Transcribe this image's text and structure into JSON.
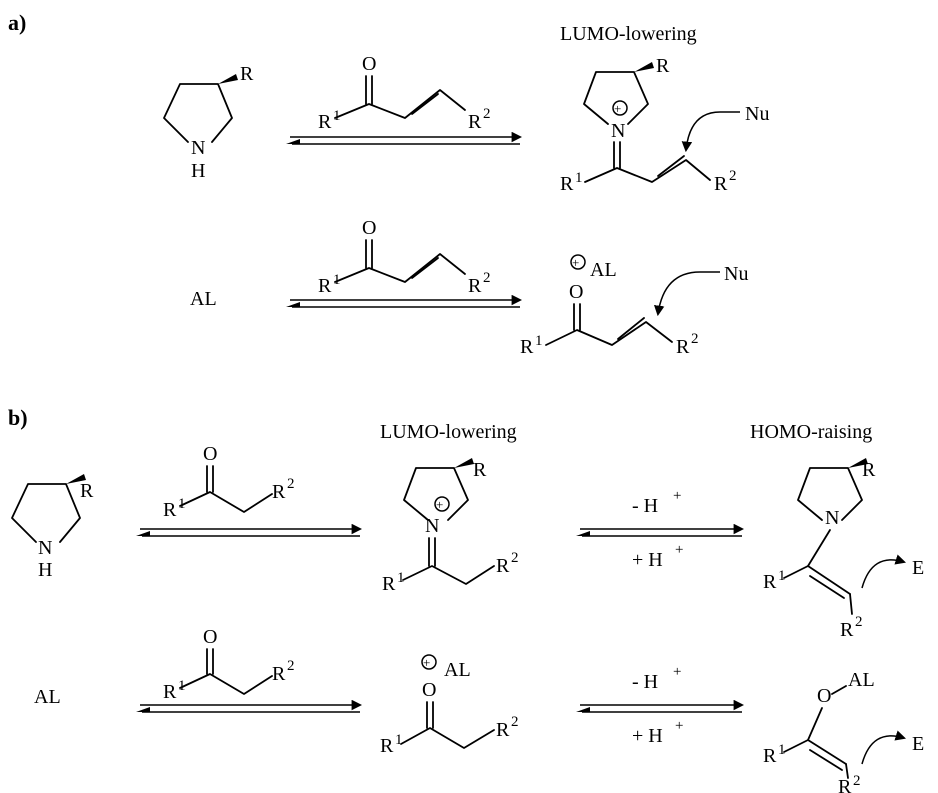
{
  "panels": {
    "a": {
      "label": "a)",
      "title": "LUMO-lowering"
    },
    "b": {
      "label": "b)",
      "title_iminium": "LUMO-lowering",
      "title_enamine": "HOMO-raising"
    }
  },
  "atoms": {
    "R": "R",
    "R1": "R",
    "R1_sup": "1",
    "R2": "R",
    "R2_sup": "2",
    "N": "N",
    "H": "H",
    "O": "O",
    "Nu": "Nu",
    "E": "E",
    "AL": "AL"
  },
  "arrows": {
    "minus_H": "- H",
    "plus_H": "+ H",
    "plus_sup": "+"
  }
}
